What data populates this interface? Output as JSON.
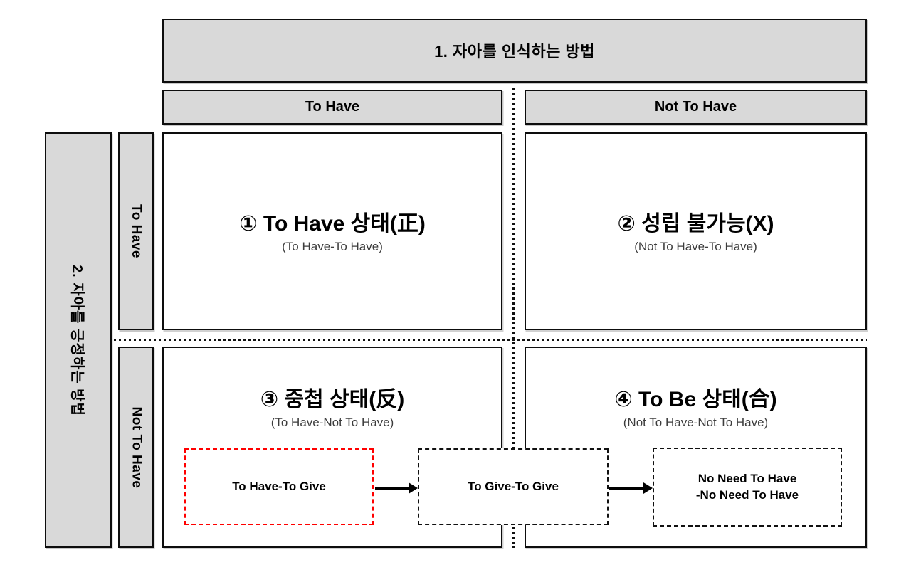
{
  "diagram": {
    "kind": "2x2-matrix-flow-diagram",
    "colors": {
      "header_fill": "#d9d9d9",
      "border": "#0d0d0d",
      "red_dashed": "#ff0000",
      "subtitle_text": "#3d3d3d",
      "background": "#ffffff"
    },
    "top_header": {
      "label": "1. 자아를 인식하는 방법"
    },
    "column_headers": {
      "left": "To Have",
      "right": "Not To Have"
    },
    "left_axis": {
      "label": "2. 자아를 긍정하는 방법",
      "row_top": "To Have",
      "row_bottom": "Not To Have"
    },
    "quadrants": [
      {
        "title": "① To Have 상태(正)",
        "subtitle": "(To Have-To Have)"
      },
      {
        "title": "② 성립 불가능(X)",
        "subtitle": "(Not To Have-To Have)"
      },
      {
        "title": "③ 중첩 상태(反)",
        "subtitle": "(To Have-Not To Have)"
      },
      {
        "title": "④ To Be 상태(合)",
        "subtitle": "(Not To Have-Not To Have)"
      }
    ],
    "flow": {
      "step1": {
        "label": "To Have-To Give",
        "style": "red-dashed"
      },
      "step2": {
        "label": "To Give-To Give",
        "style": "black-dashed"
      },
      "step3": {
        "line1": "No Need To Have",
        "line2": "-No Need To Have",
        "style": "black-dashed"
      }
    }
  }
}
